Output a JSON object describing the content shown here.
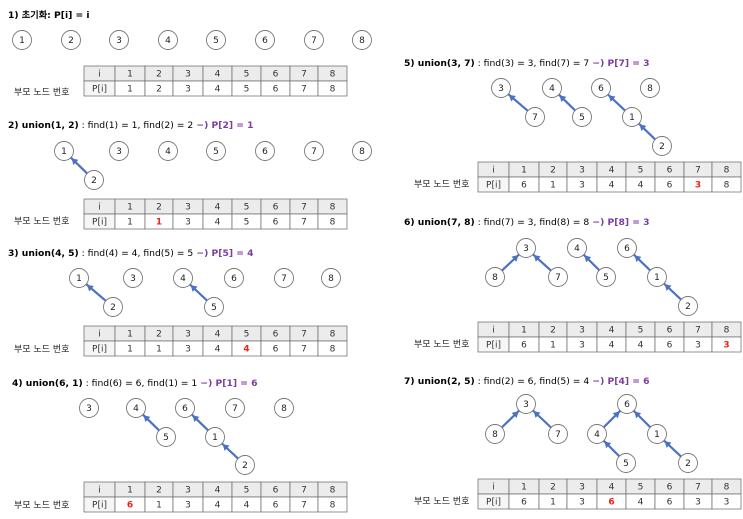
{
  "table_caption": "부모 노드 번호",
  "header_label": "i",
  "row_label": "P[i]",
  "columns": [
    "1",
    "2",
    "3",
    "4",
    "5",
    "6",
    "7",
    "8"
  ],
  "panels": [
    {
      "title_parts": [
        {
          "text": "1) 초기화: P[i] = i",
          "style": "b"
        }
      ],
      "nodes": [
        {
          "label": "1"
        },
        {
          "label": "2"
        },
        {
          "label": "3"
        },
        {
          "label": "4"
        },
        {
          "label": "5"
        },
        {
          "label": "6"
        },
        {
          "label": "7"
        },
        {
          "label": "8"
        }
      ],
      "edges": [],
      "parents": [
        "1",
        "2",
        "3",
        "4",
        "5",
        "6",
        "7",
        "8"
      ],
      "highlight": null
    },
    {
      "title_parts": [
        {
          "text": "2) union(1, 2)",
          "style": "b"
        },
        {
          "text": " : find(1) = 1, find(2) = 2",
          "style": ""
        },
        {
          "text": "  −) P[2] = 1",
          "style": "hl"
        }
      ],
      "nodes": [
        {
          "label": "1"
        },
        {
          "label": "2"
        },
        {
          "label": "3"
        },
        {
          "label": "4"
        },
        {
          "label": "5"
        },
        {
          "label": "6"
        },
        {
          "label": "7"
        },
        {
          "label": "8"
        }
      ],
      "edges": [
        [
          "2",
          "1"
        ]
      ],
      "parents": [
        "1",
        "1",
        "3",
        "4",
        "5",
        "6",
        "7",
        "8"
      ],
      "highlight": 1
    },
    {
      "title_parts": [
        {
          "text": "3) union(4, 5)",
          "style": "b"
        },
        {
          "text": " : find(4) = 4, find(5) = 5",
          "style": ""
        },
        {
          "text": "  −) P[5] = 4",
          "style": "hl"
        }
      ],
      "nodes": [
        {
          "label": "1"
        },
        {
          "label": "2"
        },
        {
          "label": "3"
        },
        {
          "label": "4"
        },
        {
          "label": "5"
        },
        {
          "label": "6"
        },
        {
          "label": "7"
        },
        {
          "label": "8"
        }
      ],
      "edges": [
        [
          "2",
          "1"
        ],
        [
          "5",
          "4"
        ]
      ],
      "parents": [
        "1",
        "1",
        "3",
        "4",
        "4",
        "6",
        "7",
        "8"
      ],
      "highlight": 4
    },
    {
      "title_parts": [
        {
          "text": "4) union(6, 1)",
          "style": "b"
        },
        {
          "text": " : find(6) = 6, find(1) = 1",
          "style": ""
        },
        {
          "text": "  −) P[1] = 6",
          "style": "hl"
        }
      ],
      "nodes": [
        {
          "label": "3"
        },
        {
          "label": "4"
        },
        {
          "label": "5"
        },
        {
          "label": "6"
        },
        {
          "label": "1"
        },
        {
          "label": "2"
        },
        {
          "label": "7"
        },
        {
          "label": "8"
        }
      ],
      "edges": [
        [
          "5",
          "4"
        ],
        [
          "1",
          "6"
        ],
        [
          "2",
          "1"
        ]
      ],
      "parents": [
        "6",
        "1",
        "3",
        "4",
        "4",
        "6",
        "7",
        "8"
      ],
      "highlight": 0
    },
    {
      "title_parts": [
        {
          "text": "5) union(3, 7)",
          "style": "b"
        },
        {
          "text": " : find(3) = 3, find(7) = 7",
          "style": ""
        },
        {
          "text": "  −) P[7] = 3",
          "style": "hl"
        }
      ],
      "nodes": [
        {
          "label": "3"
        },
        {
          "label": "7"
        },
        {
          "label": "4"
        },
        {
          "label": "5"
        },
        {
          "label": "6"
        },
        {
          "label": "1"
        },
        {
          "label": "2"
        },
        {
          "label": "8"
        }
      ],
      "edges": [
        [
          "7",
          "3"
        ],
        [
          "5",
          "4"
        ],
        [
          "1",
          "6"
        ],
        [
          "2",
          "1"
        ]
      ],
      "parents": [
        "6",
        "1",
        "3",
        "4",
        "4",
        "6",
        "3",
        "8"
      ],
      "highlight": 6
    },
    {
      "title_parts": [
        {
          "text": "6) union(7, 8)",
          "style": "b"
        },
        {
          "text": " : find(7) = 3, find(8) = 8",
          "style": ""
        },
        {
          "text": "  −) P[8] = 3",
          "style": "hl"
        }
      ],
      "nodes": [
        {
          "label": "3"
        },
        {
          "label": "8"
        },
        {
          "label": "7"
        },
        {
          "label": "4"
        },
        {
          "label": "5"
        },
        {
          "label": "6"
        },
        {
          "label": "1"
        },
        {
          "label": "2"
        }
      ],
      "edges": [
        [
          "8",
          "3"
        ],
        [
          "7",
          "3"
        ],
        [
          "5",
          "4"
        ],
        [
          "1",
          "6"
        ],
        [
          "2",
          "1"
        ]
      ],
      "parents": [
        "6",
        "1",
        "3",
        "4",
        "4",
        "6",
        "3",
        "3"
      ],
      "highlight": 7
    },
    {
      "title_parts": [
        {
          "text": "7) union(2, 5)",
          "style": "b"
        },
        {
          "text": " : find(2) = 6, find(5) = 4",
          "style": ""
        },
        {
          "text": "  −) P[4] = 6",
          "style": "hl"
        }
      ],
      "nodes": [
        {
          "label": "3"
        },
        {
          "label": "8"
        },
        {
          "label": "7"
        },
        {
          "label": "6"
        },
        {
          "label": "4"
        },
        {
          "label": "5"
        },
        {
          "label": "1"
        },
        {
          "label": "2"
        }
      ],
      "edges": [
        [
          "8",
          "3"
        ],
        [
          "7",
          "3"
        ],
        [
          "4",
          "6"
        ],
        [
          "5",
          "4"
        ],
        [
          "1",
          "6"
        ],
        [
          "2",
          "1"
        ]
      ],
      "parents": [
        "6",
        "1",
        "3",
        "6",
        "4",
        "6",
        "3",
        "3"
      ],
      "highlight": 3
    }
  ],
  "colors": {
    "edge": "#4a72c4",
    "highlight": "#e8241d",
    "title_accent": "#7a3ea0"
  }
}
